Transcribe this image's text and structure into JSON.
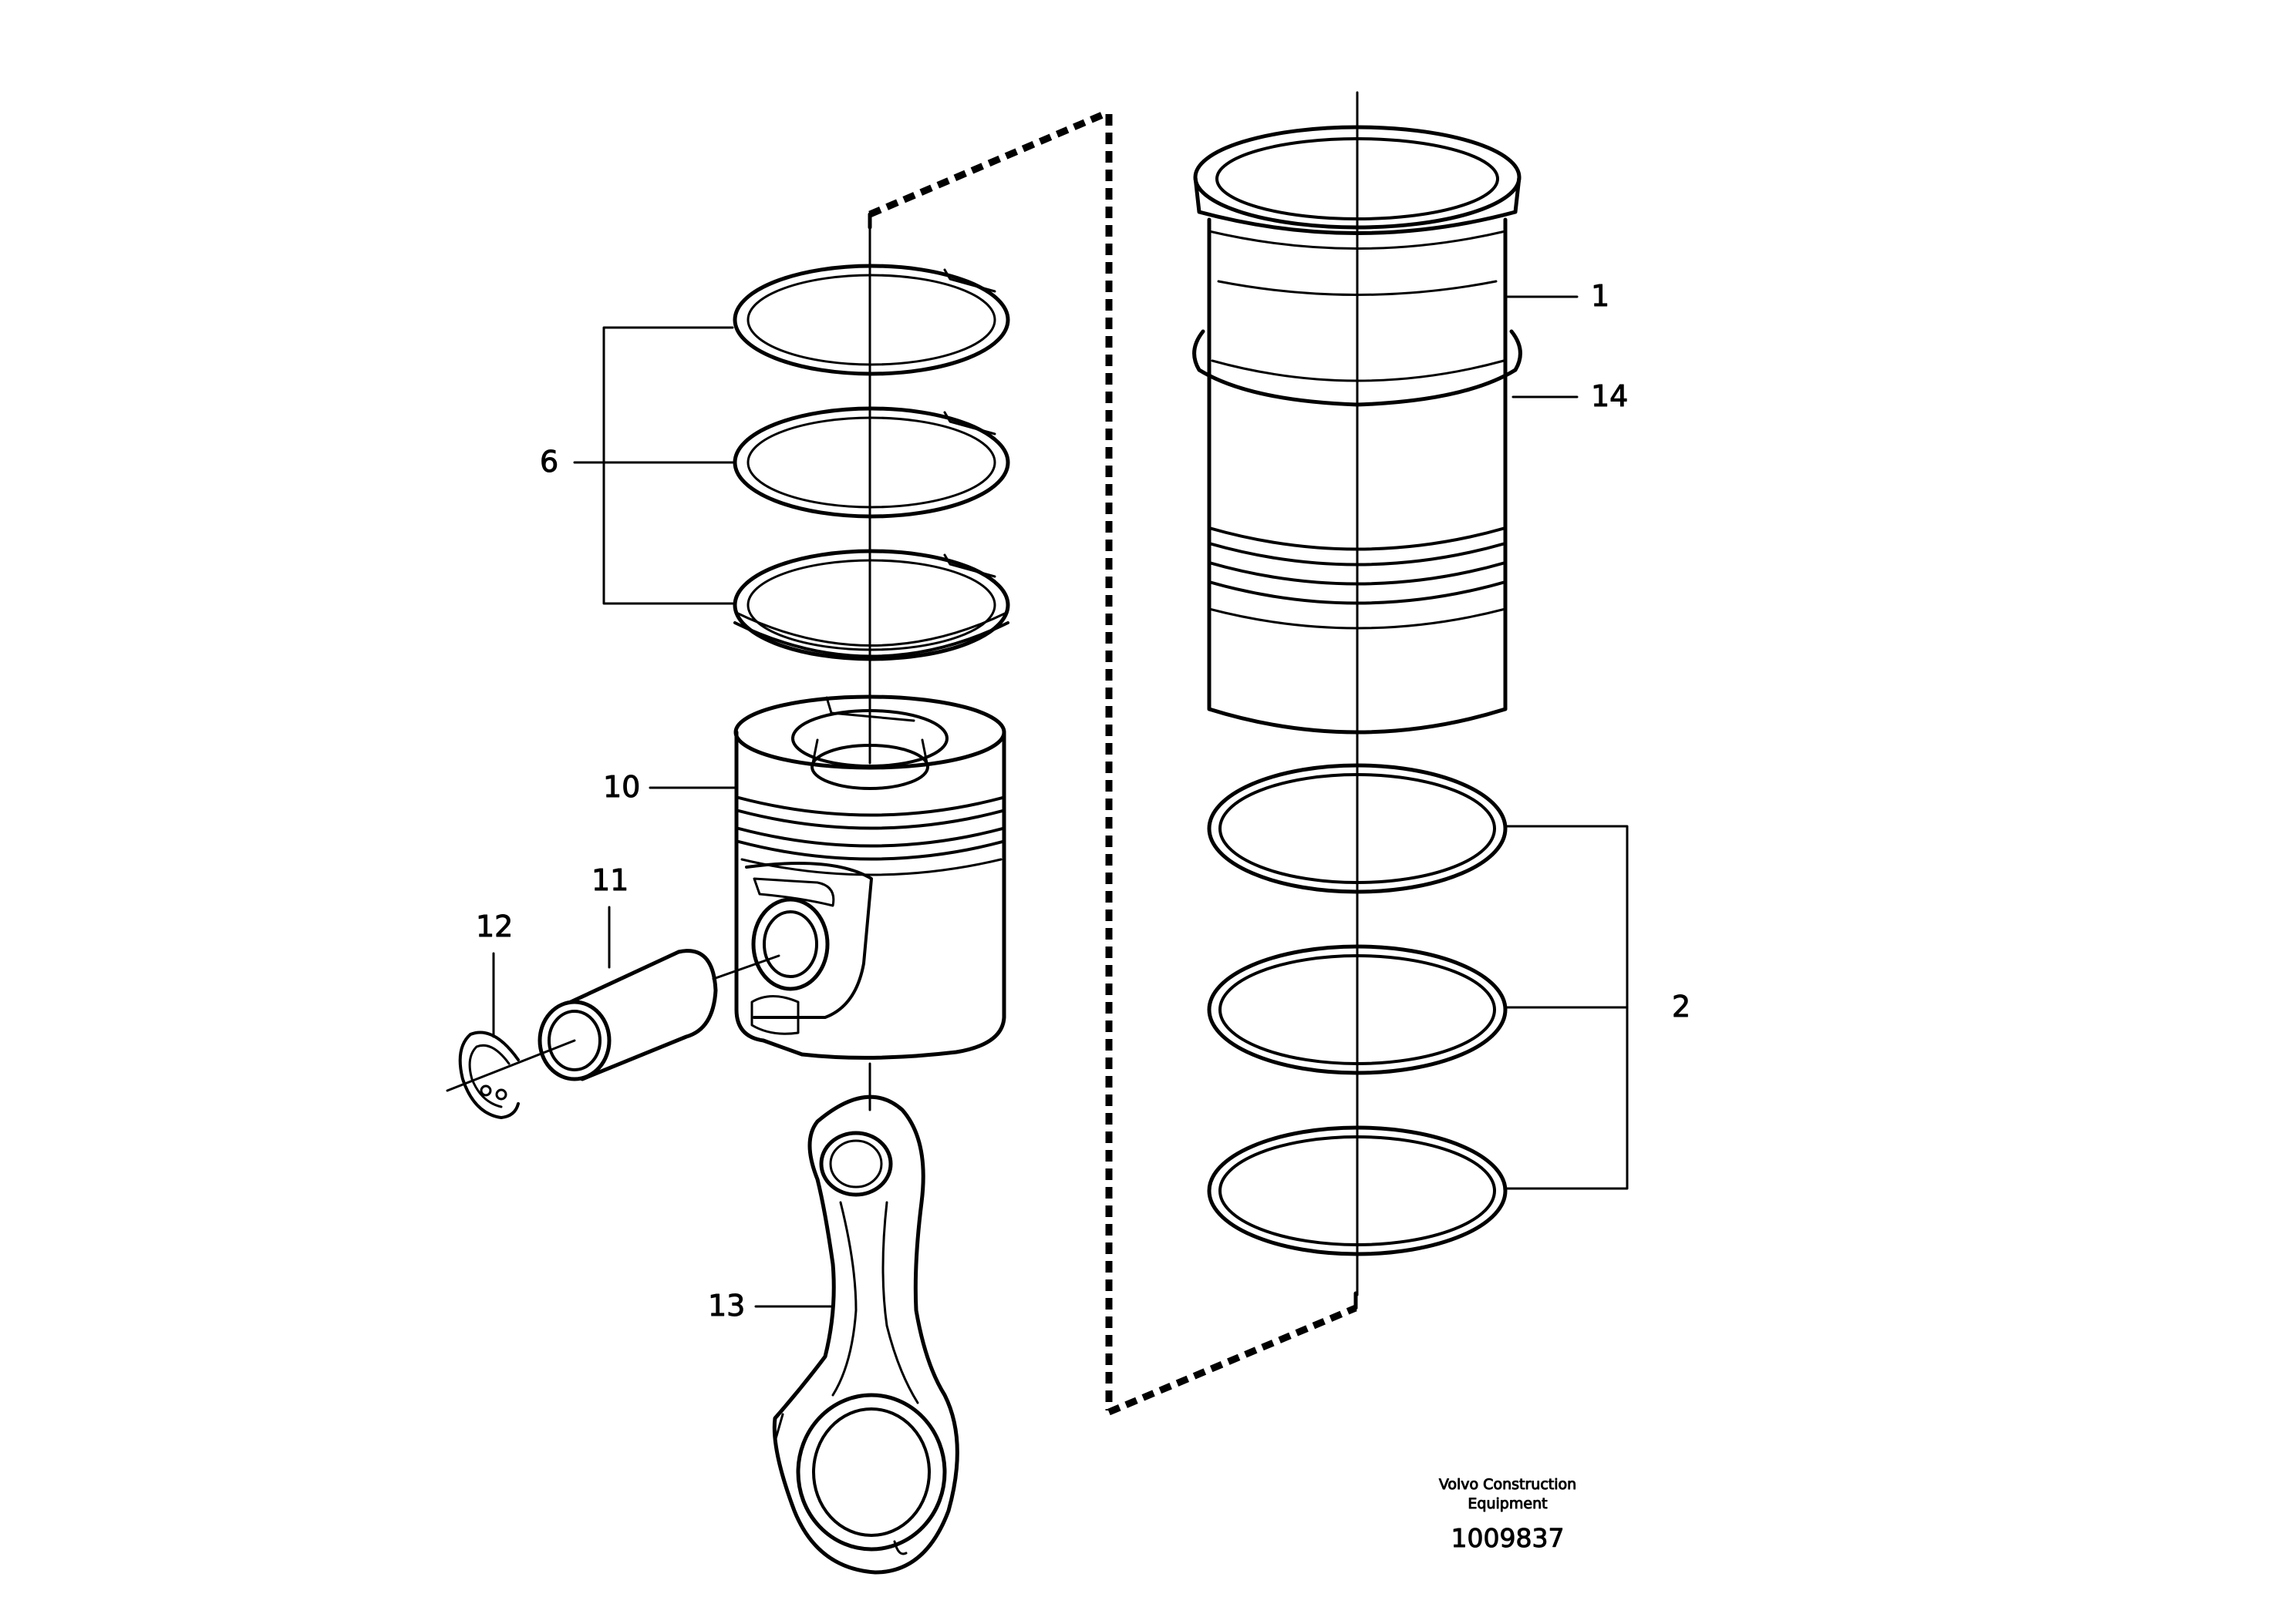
{
  "callouts": {
    "c1": "1",
    "c14": "14",
    "c6": "6",
    "c10": "10",
    "c11": "11",
    "c12": "12",
    "c2": "2",
    "c13": "13"
  },
  "footer": {
    "brand_line1": "Volvo Construction",
    "brand_line2": "Equipment",
    "drawing_number": "1009837"
  }
}
